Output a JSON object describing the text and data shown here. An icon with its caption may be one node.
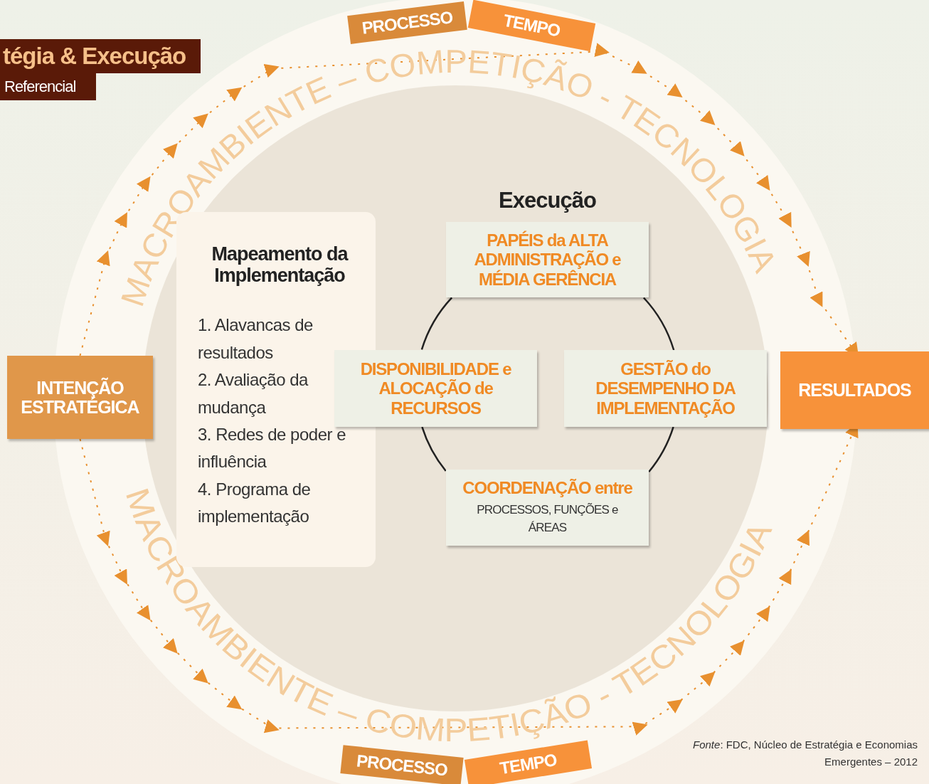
{
  "diagram": {
    "title": "tégia & Execução",
    "nodes": [
      {
        "text": [
          "INTENÇÃO ESTRATÉGICA"
        ]
      },
      {
        "text": [
          "Mapeamento da Implementação",
          "1. Alavancas de resultados",
          "2. Avaliação da mudança",
          "3. Redes de poder e influência",
          "4. Programa de implementação"
        ]
      },
      {
        "text": [
          "PAPÉIS da ALTA ADMINISTRAÇÃO e MÉDIA GERÊNCIA"
        ],
        "beside": [
          "Execução"
        ]
      },
      {
        "text": [
          "DISPONIBILIDADE e ALOCAÇÃO de RECURSOS"
        ]
      },
      {
        "text": [
          "GESTÃO do DESEMPENHO DA IMPLEMENTAÇÃO"
        ]
      },
      {
        "text": [
          "COORDENAÇÃO entre",
          "PROCESSOS, FUNÇÕES e ÁREAS"
        ]
      },
      {
        "text": [
          "RESULTADOS"
        ]
      }
    ],
    "edges": [
      {
        "from": 2,
        "to": 4,
        "arrow": "none"
      },
      {
        "from": 4,
        "to": 5,
        "arrow": "none"
      },
      {
        "from": 5,
        "to": 3,
        "arrow": "none"
      },
      {
        "from": 3,
        "to": 2,
        "arrow": "none"
      },
      {
        "from": 0,
        "to": 6,
        "arrow": "to",
        "style": "dashed",
        "color": "#e8902f"
      },
      {
        "from": 0,
        "to": 6,
        "arrow": "to",
        "style": "dashed",
        "color": "#e8902f"
      }
    ],
    "labels": [
      "Referencial",
      "PROCESSO",
      "TEMPO",
      "MACROAMBIENTE – COMPETIÇÃO - TECNOLOGIA",
      "MACROAMBIENTE – COMPETIÇÃO - TECNOLOGIA",
      "PROCESSO",
      "TEMPO",
      "*Fonte*: FDC, Núcleo de Estratégia e Economias Emergentes – 2012"
    ]
  }
}
